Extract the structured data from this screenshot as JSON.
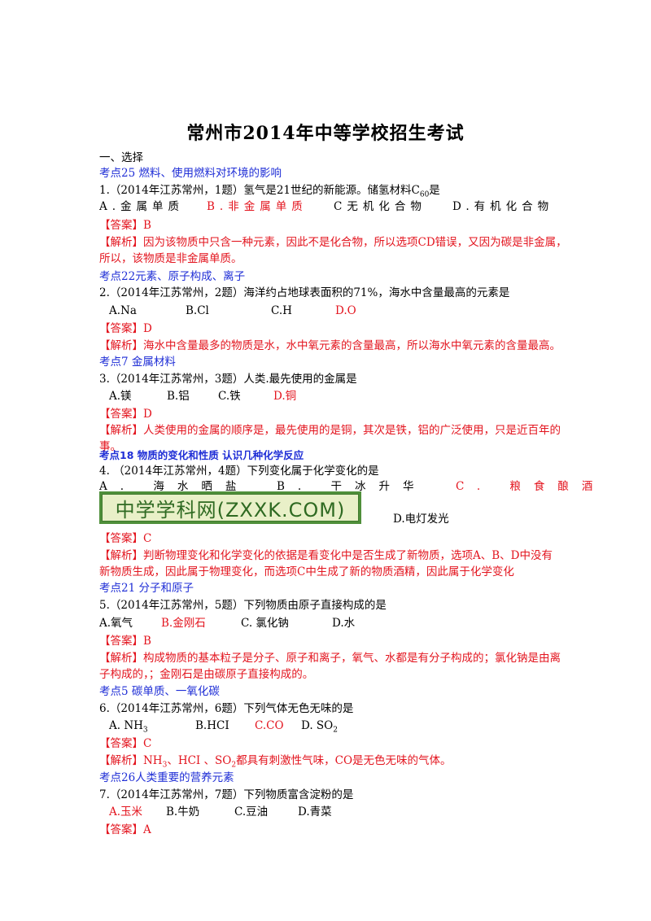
{
  "title": "常州市2014年中等学校招生考试",
  "section": "一、选择",
  "q1": {
    "topic": "考点25  燃料、使用燃料对环境的影响",
    "stem": "1.（2014年江苏常州，1题）氢气是21世纪的新能源。储氢材料C",
    "stem_sub": "60",
    "stem_end": "是",
    "options": [
      "A.金属单质",
      "B.非金属单质",
      "C无机化合物",
      "D.有机化合物"
    ],
    "answer": "【答案】B",
    "analysis_1": "【解析】因为该物质中只含一种元素，因此不是化合物，所以选项CD错误，又因为碳是非金属，",
    "analysis_2": "所以，该物质是非金属单质。"
  },
  "q2": {
    "topic": "考点22元素、原子构成、离子",
    "stem": "2.（2014年江苏常州，2题）海洋约占地球表面积的71%，海水中含量最高的元素是",
    "options": [
      "A.Na",
      "B.Cl",
      "C.H",
      "D.O"
    ],
    "answer": "【答案】D",
    "analysis_1": "【解析】海水中含量最多的物质是水，水中氧元素的含量最高，所以海水中氧元素的含量最高。"
  },
  "q3": {
    "topic": "考点7  金属材料",
    "stem": "3.（2014年江苏常州，3题）人类.最先使用的金属是",
    "options": [
      "A.镁",
      "B.铝",
      "C.铁",
      "D.铜"
    ],
    "answer": "【答案】D",
    "analysis_1": "【解析】人类使用的金属的顺序是，最先使用的是铜，其次是铁，铝的广泛使用，只是近百年的",
    "analysis_2": "事。"
  },
  "q4": {
    "topic": "考点18   物质的变化和性质   认识几种化学反应",
    "stem": "4. （2014年江苏常州，4题）下列变化属于化学变化的是",
    "options": [
      "A. 海水晒盐",
      "B. 干冰升华",
      "C. 粮食酿酒",
      "D.电灯发光"
    ],
    "watermark": "中学学科网(ZXXK.COM)",
    "answer": "【答案】C",
    "analysis_1": "【解析】判断物理变化和化学变化的依据是看变化中是否生成了新物质，选项A、B、D中没有",
    "analysis_2": "新物质生成，因此属于物理变化，而选项C中生成了新的物质酒精，因此属于化学变化"
  },
  "q5": {
    "topic": "考点21  分子和原子",
    "stem": "5.（2014年江苏常州，5题）下列物质由原子直接构成的是",
    "options": [
      "A.氧气",
      "B.金刚石",
      "C. 氯化钠",
      "D.水"
    ],
    "answer": "【答案】B",
    "analysis_1": "【解析】构成物质的基本粒子是分子、原子和离子，氧气、水都是有分子构成的；氯化钠是由离",
    "analysis_2": "子构成的，；金刚石是由碳原子直接构成的。"
  },
  "q6": {
    "topic": "考点5  碳单质、一氧化碳",
    "stem": "6.（2014年江苏常州，6题）下列气体无色无味的是",
    "options": [
      "A. NH",
      "B.HCI",
      "C.CO",
      "D. SO"
    ],
    "opt_subs": [
      "3",
      "2"
    ],
    "answer": "【答案】C",
    "analysis_1a": "【解析】NH",
    "analysis_1b": "、HCI 、SO",
    "analysis_1c": "都具有刺激性气味，CO是无色无味的气体。"
  },
  "q7": {
    "topic": "考点26人类重要的营养元素",
    "stem": "7.（2014年江苏常州，7题）下列物质富含淀粉的是",
    "options": [
      "A.玉米",
      "B.牛奶",
      "C.豆油",
      "D.青菜"
    ],
    "answer": "【答案】A"
  }
}
